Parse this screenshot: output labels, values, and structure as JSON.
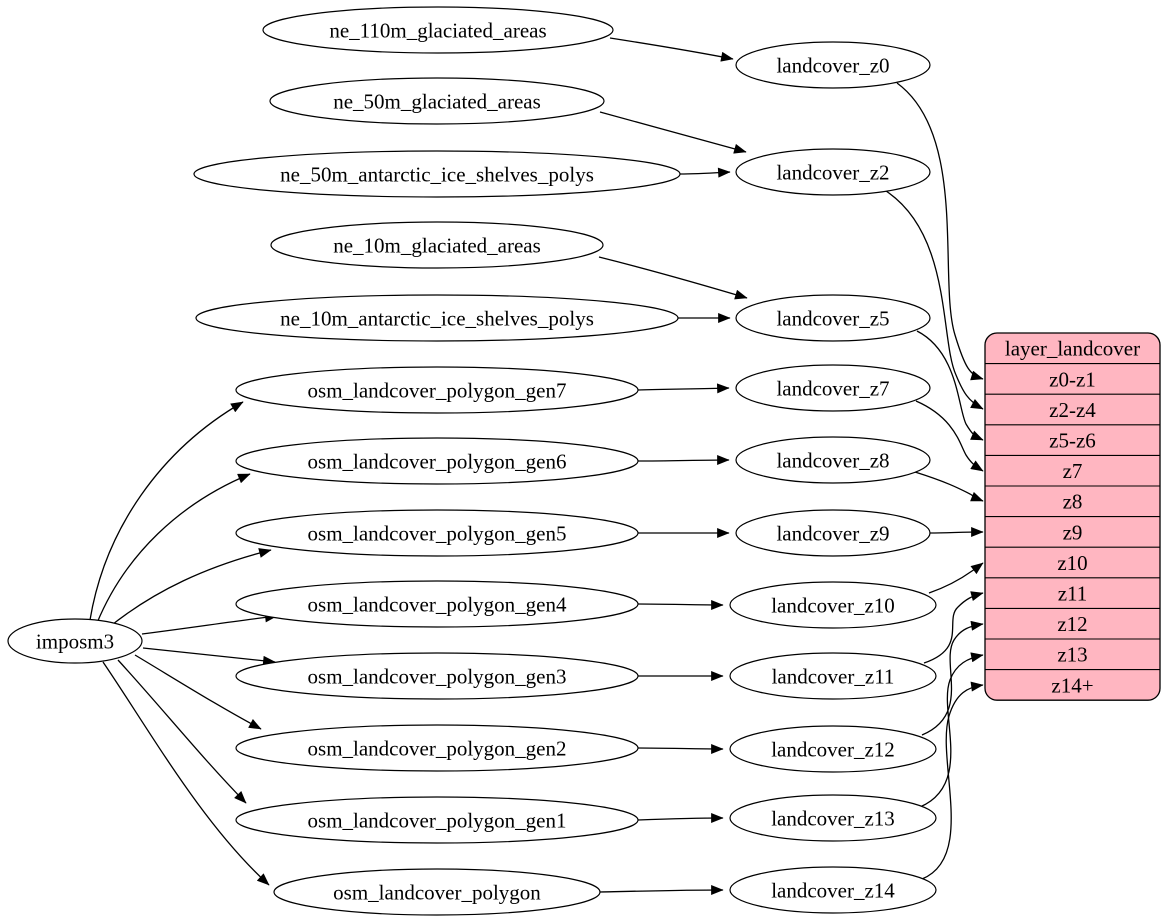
{
  "diagram": {
    "background_color": "#ffffff",
    "edge_color": "#000000",
    "node_fill": "#ffffff",
    "node_stroke": "#000000",
    "table_fill": "#ffb6c1",
    "text_color": "#000000"
  },
  "nodes": [
    {
      "id": "imposm3",
      "label": "imposm3"
    },
    {
      "id": "ne_110m_glaciated_areas",
      "label": "ne_110m_glaciated_areas"
    },
    {
      "id": "ne_50m_glaciated_areas",
      "label": "ne_50m_glaciated_areas"
    },
    {
      "id": "ne_50m_antarctic_ice_shelves_polys",
      "label": "ne_50m_antarctic_ice_shelves_polys"
    },
    {
      "id": "ne_10m_glaciated_areas",
      "label": "ne_10m_glaciated_areas"
    },
    {
      "id": "ne_10m_antarctic_ice_shelves_polys",
      "label": "ne_10m_antarctic_ice_shelves_polys"
    },
    {
      "id": "osm_landcover_polygon_gen7",
      "label": "osm_landcover_polygon_gen7"
    },
    {
      "id": "osm_landcover_polygon_gen6",
      "label": "osm_landcover_polygon_gen6"
    },
    {
      "id": "osm_landcover_polygon_gen5",
      "label": "osm_landcover_polygon_gen5"
    },
    {
      "id": "osm_landcover_polygon_gen4",
      "label": "osm_landcover_polygon_gen4"
    },
    {
      "id": "osm_landcover_polygon_gen3",
      "label": "osm_landcover_polygon_gen3"
    },
    {
      "id": "osm_landcover_polygon_gen2",
      "label": "osm_landcover_polygon_gen2"
    },
    {
      "id": "osm_landcover_polygon_gen1",
      "label": "osm_landcover_polygon_gen1"
    },
    {
      "id": "osm_landcover_polygon",
      "label": "osm_landcover_polygon"
    },
    {
      "id": "landcover_z0",
      "label": "landcover_z0"
    },
    {
      "id": "landcover_z2",
      "label": "landcover_z2"
    },
    {
      "id": "landcover_z5",
      "label": "landcover_z5"
    },
    {
      "id": "landcover_z7",
      "label": "landcover_z7"
    },
    {
      "id": "landcover_z8",
      "label": "landcover_z8"
    },
    {
      "id": "landcover_z9",
      "label": "landcover_z9"
    },
    {
      "id": "landcover_z10",
      "label": "landcover_z10"
    },
    {
      "id": "landcover_z11",
      "label": "landcover_z11"
    },
    {
      "id": "landcover_z12",
      "label": "landcover_z12"
    },
    {
      "id": "landcover_z13",
      "label": "landcover_z13"
    },
    {
      "id": "landcover_z14",
      "label": "landcover_z14"
    }
  ],
  "table": {
    "id": "layer_landcover",
    "title": "layer_landcover",
    "rows": [
      "z0-z1",
      "z2-z4",
      "z5-z6",
      "z7",
      "z8",
      "z9",
      "z10",
      "z11",
      "z12",
      "z13",
      "z14+"
    ]
  },
  "edges": [
    {
      "from": "ne_110m_glaciated_areas",
      "to": "landcover_z0"
    },
    {
      "from": "ne_50m_glaciated_areas",
      "to": "landcover_z2"
    },
    {
      "from": "ne_50m_antarctic_ice_shelves_polys",
      "to": "landcover_z2"
    },
    {
      "from": "ne_10m_glaciated_areas",
      "to": "landcover_z5"
    },
    {
      "from": "ne_10m_antarctic_ice_shelves_polys",
      "to": "landcover_z5"
    },
    {
      "from": "imposm3",
      "to": "osm_landcover_polygon_gen7"
    },
    {
      "from": "imposm3",
      "to": "osm_landcover_polygon_gen6"
    },
    {
      "from": "imposm3",
      "to": "osm_landcover_polygon_gen5"
    },
    {
      "from": "imposm3",
      "to": "osm_landcover_polygon_gen4"
    },
    {
      "from": "imposm3",
      "to": "osm_landcover_polygon_gen3"
    },
    {
      "from": "imposm3",
      "to": "osm_landcover_polygon_gen2"
    },
    {
      "from": "imposm3",
      "to": "osm_landcover_polygon_gen1"
    },
    {
      "from": "imposm3",
      "to": "osm_landcover_polygon"
    },
    {
      "from": "osm_landcover_polygon_gen7",
      "to": "landcover_z7"
    },
    {
      "from": "osm_landcover_polygon_gen6",
      "to": "landcover_z8"
    },
    {
      "from": "osm_landcover_polygon_gen5",
      "to": "landcover_z9"
    },
    {
      "from": "osm_landcover_polygon_gen4",
      "to": "landcover_z10"
    },
    {
      "from": "osm_landcover_polygon_gen3",
      "to": "landcover_z11"
    },
    {
      "from": "osm_landcover_polygon_gen2",
      "to": "landcover_z12"
    },
    {
      "from": "osm_landcover_polygon_gen1",
      "to": "landcover_z13"
    },
    {
      "from": "osm_landcover_polygon",
      "to": "landcover_z14"
    },
    {
      "from": "landcover_z0",
      "to": "layer_landcover:z0-z1"
    },
    {
      "from": "landcover_z2",
      "to": "layer_landcover:z2-z4"
    },
    {
      "from": "landcover_z5",
      "to": "layer_landcover:z5-z6"
    },
    {
      "from": "landcover_z7",
      "to": "layer_landcover:z7"
    },
    {
      "from": "landcover_z8",
      "to": "layer_landcover:z8"
    },
    {
      "from": "landcover_z9",
      "to": "layer_landcover:z9"
    },
    {
      "from": "landcover_z10",
      "to": "layer_landcover:z10"
    },
    {
      "from": "landcover_z11",
      "to": "layer_landcover:z11"
    },
    {
      "from": "landcover_z12",
      "to": "layer_landcover:z12"
    },
    {
      "from": "landcover_z13",
      "to": "layer_landcover:z13"
    },
    {
      "from": "landcover_z14",
      "to": "layer_landcover:z14+"
    }
  ]
}
